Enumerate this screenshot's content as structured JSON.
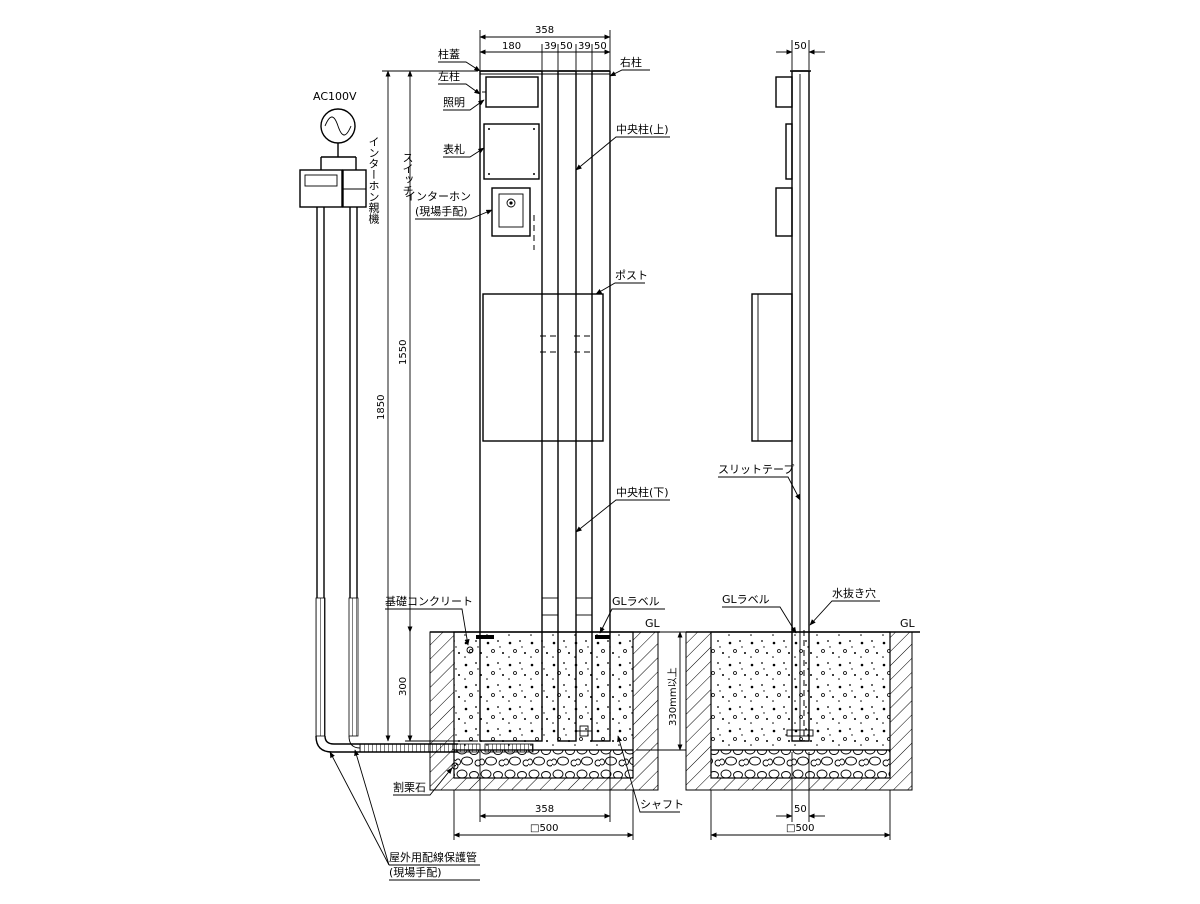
{
  "power": {
    "label": "AC100V"
  },
  "devices": {
    "intercom_master": "インターホン親機",
    "switch": "スイッチ"
  },
  "front": {
    "labels": {
      "cap": "柱蓋",
      "left_post": "左柱",
      "light": "照明",
      "nameplate": "表札",
      "intercom": "インターホン",
      "intercom_note": "(現場手配)",
      "right_post": "右柱",
      "center_upper": "中央柱(上)",
      "post_box": "ポスト",
      "center_lower": "中央柱(下)",
      "gl_label": "GLラベル",
      "foundation": "基礎コンクリート",
      "gravel": "割栗石",
      "shaft": "シャフト",
      "gl": "GL",
      "conduit": "屋外用配線保護管",
      "conduit_note": "(現場手配)"
    },
    "dims": {
      "top_total": "358",
      "top_parts": [
        "180",
        "39",
        "50",
        "39",
        "50"
      ],
      "height_total": "1850",
      "height_above": "1550",
      "depth": "300",
      "embed": "330mm以上",
      "bottom_width": "358",
      "base": "□500"
    }
  },
  "side": {
    "labels": {
      "slit_tape": "スリットテープ",
      "gl_label": "GLラベル",
      "drain_hole": "水抜き穴",
      "gl": "GL"
    },
    "dims": {
      "top": "50",
      "bottom": "50",
      "base": "□500"
    }
  }
}
